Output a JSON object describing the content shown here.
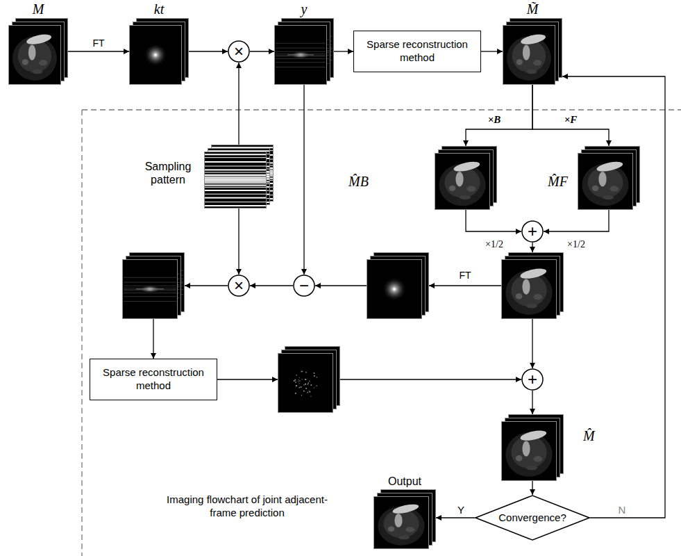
{
  "diagram": {
    "nodes": [
      {
        "text": [
          "M"
        ]
      },
      {
        "text": [
          "kt"
        ]
      },
      {
        "text": [
          "×"
        ]
      },
      {
        "text": [
          "y"
        ]
      },
      {
        "text": [
          "Sparse reconstruction method"
        ]
      },
      {
        "text": [
          "M̃"
        ]
      },
      {
        "text": [
          "Sampling pattern"
        ]
      },
      {
        "text": [
          "M̂B"
        ]
      },
      {
        "text": [
          "M̂F"
        ]
      },
      {
        "text": [
          "+"
        ]
      },
      {
        "text": []
      },
      {
        "text": []
      },
      {
        "text": [
          "−"
        ]
      },
      {
        "text": [
          "×"
        ]
      },
      {
        "text": []
      },
      {
        "text": [
          "Sparse reconstruction method"
        ]
      },
      {
        "text": []
      },
      {
        "text": [
          "+"
        ]
      },
      {
        "text": [
          "M̂"
        ]
      },
      {
        "text": [
          "Convergence?"
        ]
      },
      {
        "text": [
          "Output"
        ]
      }
    ],
    "edges": [
      {
        "from": 0,
        "to": 1,
        "arrow": "to",
        "label": "FT"
      },
      {
        "from": 1,
        "to": 2,
        "arrow": "to"
      },
      {
        "from": 2,
        "to": 3,
        "arrow": "to"
      },
      {
        "from": 3,
        "to": 4,
        "arrow": "to"
      },
      {
        "from": 4,
        "to": 5,
        "arrow": "to"
      },
      {
        "from": 6,
        "to": 2,
        "arrow": "to"
      },
      {
        "from": 5,
        "to": 7,
        "arrow": "to",
        "label": "×B"
      },
      {
        "from": 5,
        "to": 8,
        "arrow": "to",
        "label": "×F"
      },
      {
        "from": 7,
        "to": 9,
        "arrow": "to",
        "label": "×1/2"
      },
      {
        "from": 8,
        "to": 9,
        "arrow": "to",
        "label": "×1/2"
      },
      {
        "from": 9,
        "to": 10,
        "arrow": "to"
      },
      {
        "from": 10,
        "to": 11,
        "arrow": "to",
        "label": "FT"
      },
      {
        "from": 11,
        "to": 12,
        "arrow": "to"
      },
      {
        "from": 3,
        "to": 12,
        "arrow": "to"
      },
      {
        "from": 12,
        "to": 13,
        "arrow": "to"
      },
      {
        "from": 6,
        "to": 13,
        "arrow": "to"
      },
      {
        "from": 13,
        "to": 14,
        "arrow": "to"
      },
      {
        "from": 14,
        "to": 15,
        "arrow": "to"
      },
      {
        "from": 15,
        "to": 16,
        "arrow": "to"
      },
      {
        "from": 16,
        "to": 17,
        "arrow": "to"
      },
      {
        "from": 10,
        "to": 17,
        "arrow": "to"
      },
      {
        "from": 17,
        "to": 18,
        "arrow": "to"
      },
      {
        "from": 18,
        "to": 19,
        "arrow": "to"
      },
      {
        "from": 19,
        "to": 20,
        "arrow": "to",
        "label": "Y"
      },
      {
        "from": 19,
        "to": 5,
        "arrow": "to",
        "label": "N"
      }
    ],
    "labels": [
      "Imaging flowchart of joint adjacent-frame prediction"
    ]
  }
}
